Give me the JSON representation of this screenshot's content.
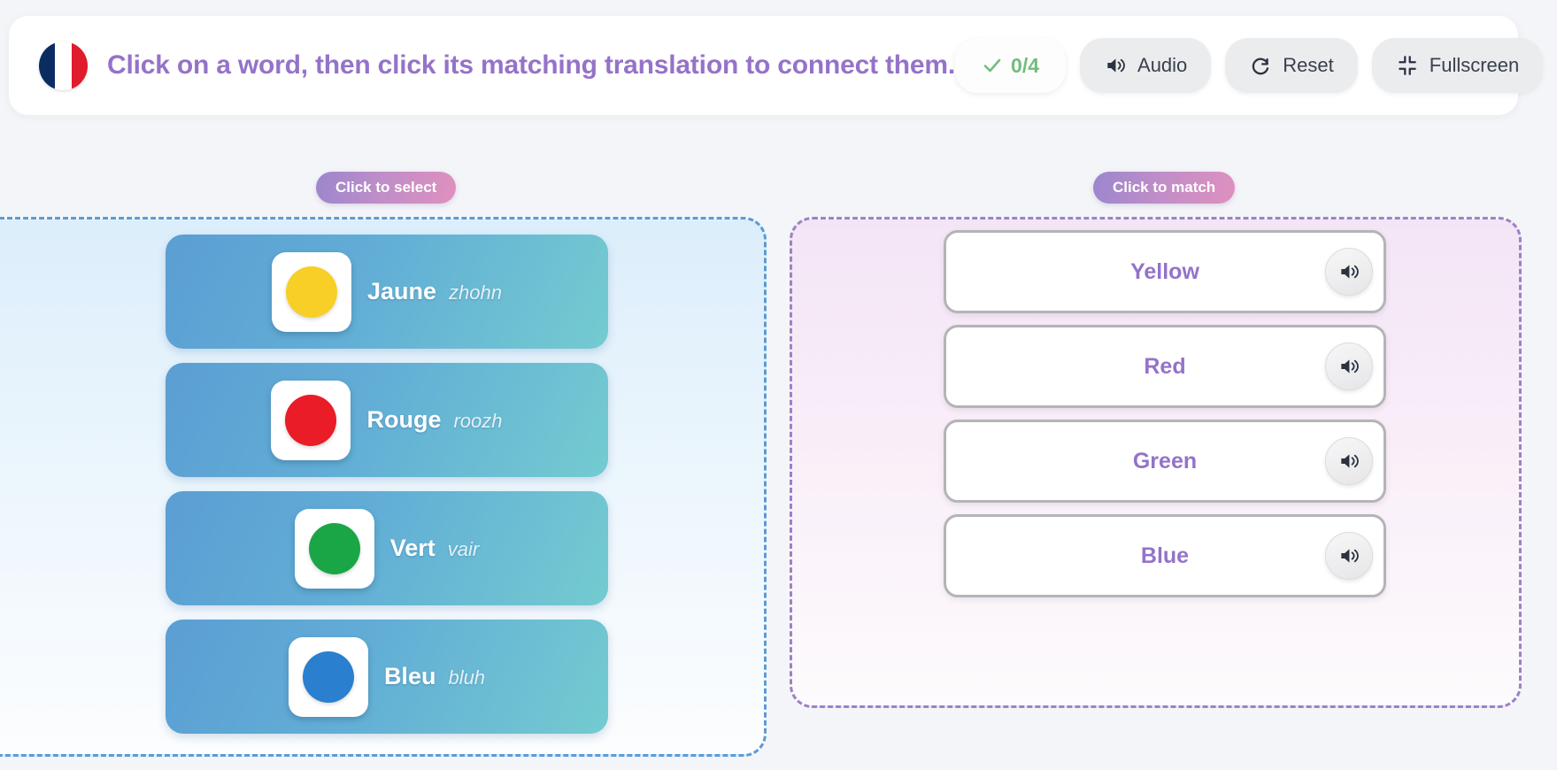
{
  "header": {
    "flag_icon": "france-flag-icon",
    "title": "Click on a word, then click its matching translation to connect them.",
    "score": {
      "icon": "check-icon",
      "value": "0/4",
      "color": "#72bd7d"
    },
    "buttons": [
      {
        "name": "audio",
        "label": "Audio",
        "icon": "speaker-icon"
      },
      {
        "name": "reset",
        "label": "Reset",
        "icon": "refresh-icon"
      },
      {
        "name": "fullscreen",
        "label": "Fullscreen",
        "icon": "compress-icon"
      }
    ]
  },
  "panels": {
    "left": {
      "pill_label": "Click to select",
      "border_color": "#5b9bd5"
    },
    "right": {
      "pill_label": "Click to match",
      "border_color": "#9b82c6"
    }
  },
  "words": [
    {
      "term": "Jaune",
      "pronunciation": "zhohn",
      "swatch": "#f8cf27",
      "swatch_name": "yellow-swatch"
    },
    {
      "term": "Rouge",
      "pronunciation": "roozh",
      "swatch": "#ea1c27",
      "swatch_name": "red-swatch"
    },
    {
      "term": "Vert",
      "pronunciation": "vair",
      "swatch": "#1aa647",
      "swatch_name": "green-swatch"
    },
    {
      "term": "Bleu",
      "pronunciation": "bluh",
      "swatch": "#2a7fce",
      "swatch_name": "blue-swatch"
    }
  ],
  "translations": [
    {
      "label": "Yellow",
      "audio_icon": "speaker-icon"
    },
    {
      "label": "Red",
      "audio_icon": "speaker-icon"
    },
    {
      "label": "Green",
      "audio_icon": "speaker-icon"
    },
    {
      "label": "Blue",
      "audio_icon": "speaker-icon"
    }
  ],
  "theme": {
    "background": "#f4f5f8",
    "accent_purple": "#9473c8",
    "card_gradient_start": "#5b9ed3",
    "card_gradient_end": "#74cbd0"
  }
}
